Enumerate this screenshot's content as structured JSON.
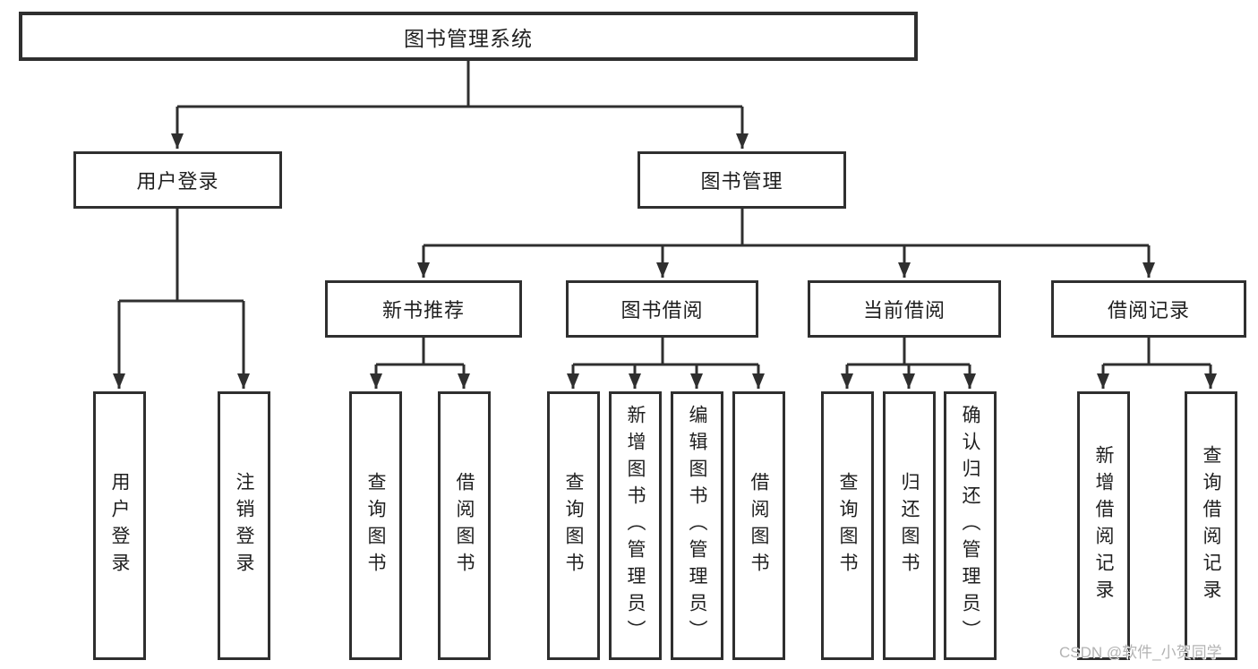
{
  "diagram": {
    "title": "图书管理系统",
    "tree": {
      "label": "图书管理系统",
      "children": [
        {
          "label": "用户登录",
          "children": [
            {
              "label": "用户登录"
            },
            {
              "label": "注销登录"
            }
          ]
        },
        {
          "label": "图书管理",
          "children": [
            {
              "label": "新书推荐",
              "children": [
                {
                  "label": "查询图书"
                },
                {
                  "label": "借阅图书"
                }
              ]
            },
            {
              "label": "图书借阅",
              "children": [
                {
                  "label": "查询图书"
                },
                {
                  "label": "新增图书（管理员）"
                },
                {
                  "label": "编辑图书（管理员）"
                },
                {
                  "label": "借阅图书"
                }
              ]
            },
            {
              "label": "当前借阅",
              "children": [
                {
                  "label": "查询图书"
                },
                {
                  "label": "归还图书"
                },
                {
                  "label": "确认归还（管理员）"
                }
              ]
            },
            {
              "label": "借阅记录",
              "children": [
                {
                  "label": "新增借阅记录"
                },
                {
                  "label": "查询借阅记录"
                }
              ]
            }
          ]
        }
      ]
    },
    "colors": {
      "line": "#2f2f2f",
      "text": "#1f1f1f",
      "background": "#ffffff",
      "watermark": "#b3b3b3"
    }
  },
  "watermark": {
    "text": "CSDN @软件_小贺同学"
  }
}
